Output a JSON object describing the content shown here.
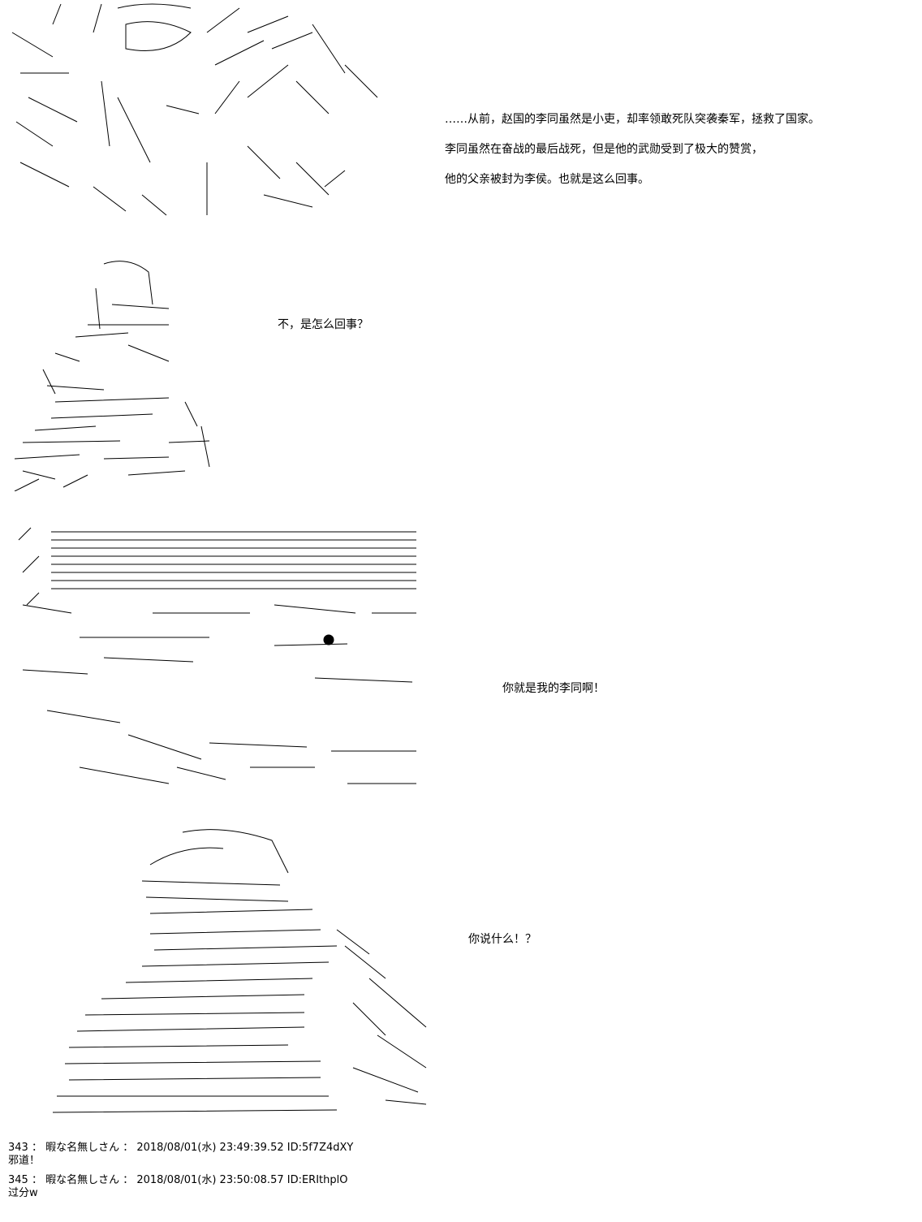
{
  "panels": [
    {
      "id": "panel-1",
      "art_icon": "ascii-art-character-closeup",
      "lines": [
        "……从前，赵国的李同虽然是小吏，却率领敢死队突袭秦军，拯救了国家。",
        "李同虽然在奋战的最后战死，但是他的武勋受到了极大的赞赏，",
        "他的父亲被封为李侯。也就是这么回事。"
      ]
    },
    {
      "id": "panel-2",
      "art_icon": "ascii-art-armored-man",
      "lines": [
        "不，是怎么回事？"
      ]
    },
    {
      "id": "panel-3",
      "art_icon": "ascii-art-smiling-face",
      "lines": [
        "你就是我的李同啊！"
      ]
    },
    {
      "id": "panel-4",
      "art_icon": "ascii-art-surprised-warrior",
      "lines": [
        "你说什么！？"
      ]
    }
  ],
  "posts": [
    {
      "header": "343 ： 暇な名無しさん ： 2018/08/01(水) 23:49:39.52 ID:5f7Z4dXY",
      "body": "邪道！"
    },
    {
      "header": "345 ： 暇な名無しさん ： 2018/08/01(水) 23:50:08.57 ID:ERIthplO",
      "body": "过分w"
    }
  ]
}
